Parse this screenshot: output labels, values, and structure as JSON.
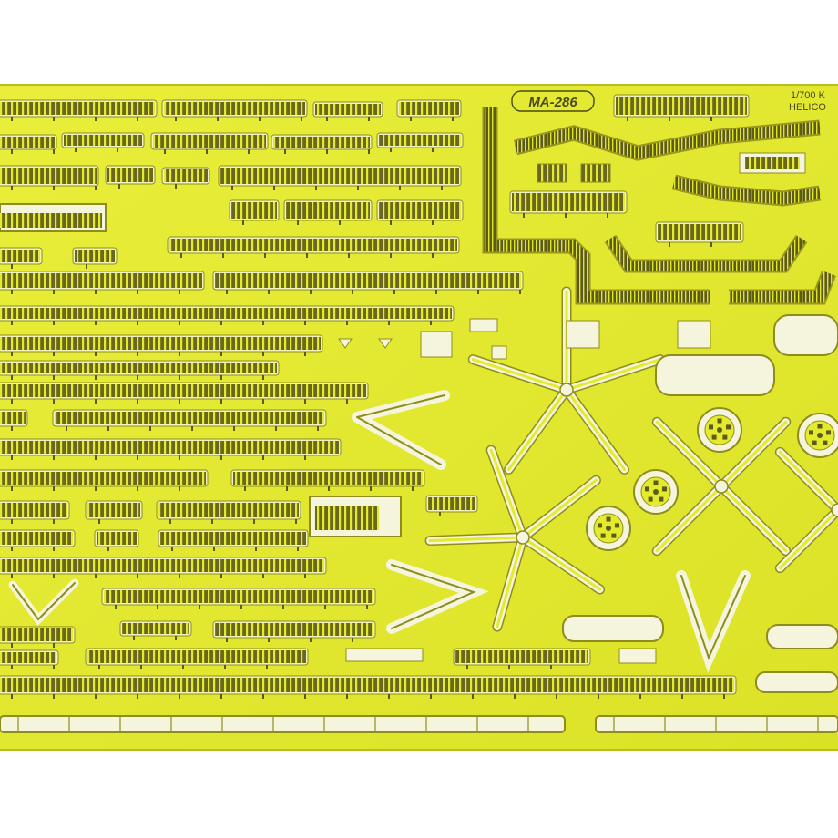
{
  "image": {
    "subject": "photo-etched brass detail fret",
    "colors": {
      "brass": "#e4ea2c",
      "brass_light": "#eef249",
      "etch_dark": "#5d5a1e",
      "etch_mid": "#7c7822",
      "cutout": "#f4f5dc",
      "outline": "#8f8c1e",
      "background": "#ffffff"
    }
  },
  "fret": {
    "code": "MA-286",
    "scale_text": "1/700 K",
    "subtitle_text": "HELICO"
  }
}
